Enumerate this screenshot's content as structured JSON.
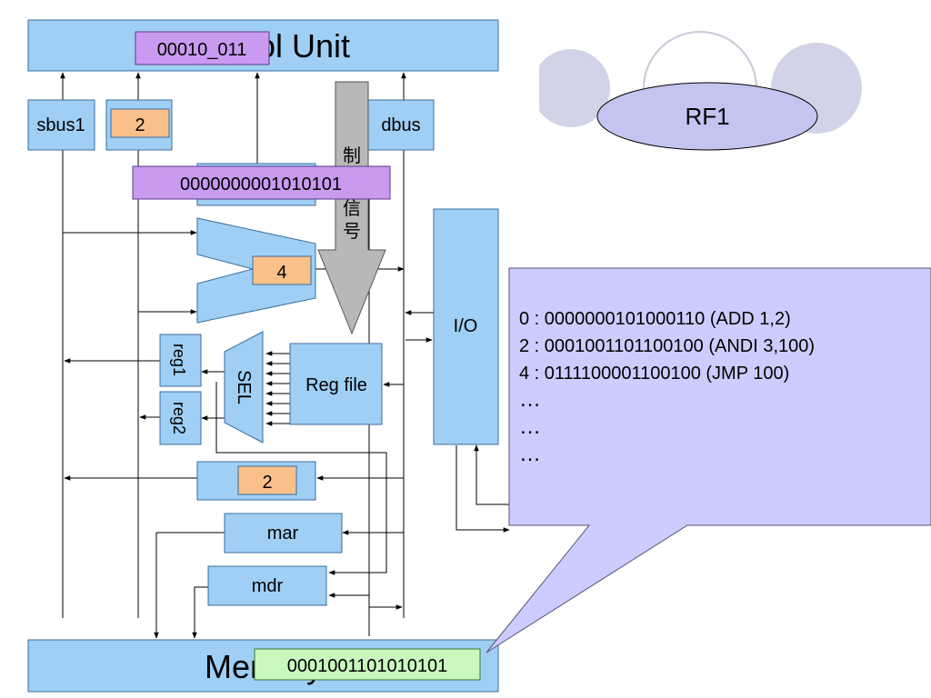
{
  "control_unit": {
    "label": "Control Unit",
    "state": "00010_011"
  },
  "buses": {
    "sbus1": "sbus1",
    "sbus2_value": "2",
    "dbus": "dbus"
  },
  "ir": {
    "value": "0000000001010101"
  },
  "control_signal": {
    "chars": [
      "制",
      "",
      "信",
      "号"
    ]
  },
  "alu": {
    "value": "4"
  },
  "regs": {
    "reg1": "reg1",
    "reg2": "reg2",
    "sel": "SEL",
    "reg_file": "Reg file",
    "pc_value": "2"
  },
  "mar": "mar",
  "mdr": "mdr",
  "io": "I/O",
  "memory": {
    "label": "Memory",
    "value": "0001001101010101"
  },
  "rf1": "RF1",
  "program_listing": [
    "0 : 0000000101000110 (ADD 1,2)",
    "2 : 0001001101100100 (ANDI 3,100)",
    "4 : 0111100001100100 (JMP 100)",
    "…",
    "…",
    "…"
  ],
  "colors": {
    "block_fill": "#9fcff4",
    "block_stroke": "#3b6e9e",
    "purple": "#c89af0",
    "orange": "#f9c08a",
    "green": "#c9f7be",
    "callout": "#ccccff",
    "arrow_gray": "#b8b8b8"
  }
}
